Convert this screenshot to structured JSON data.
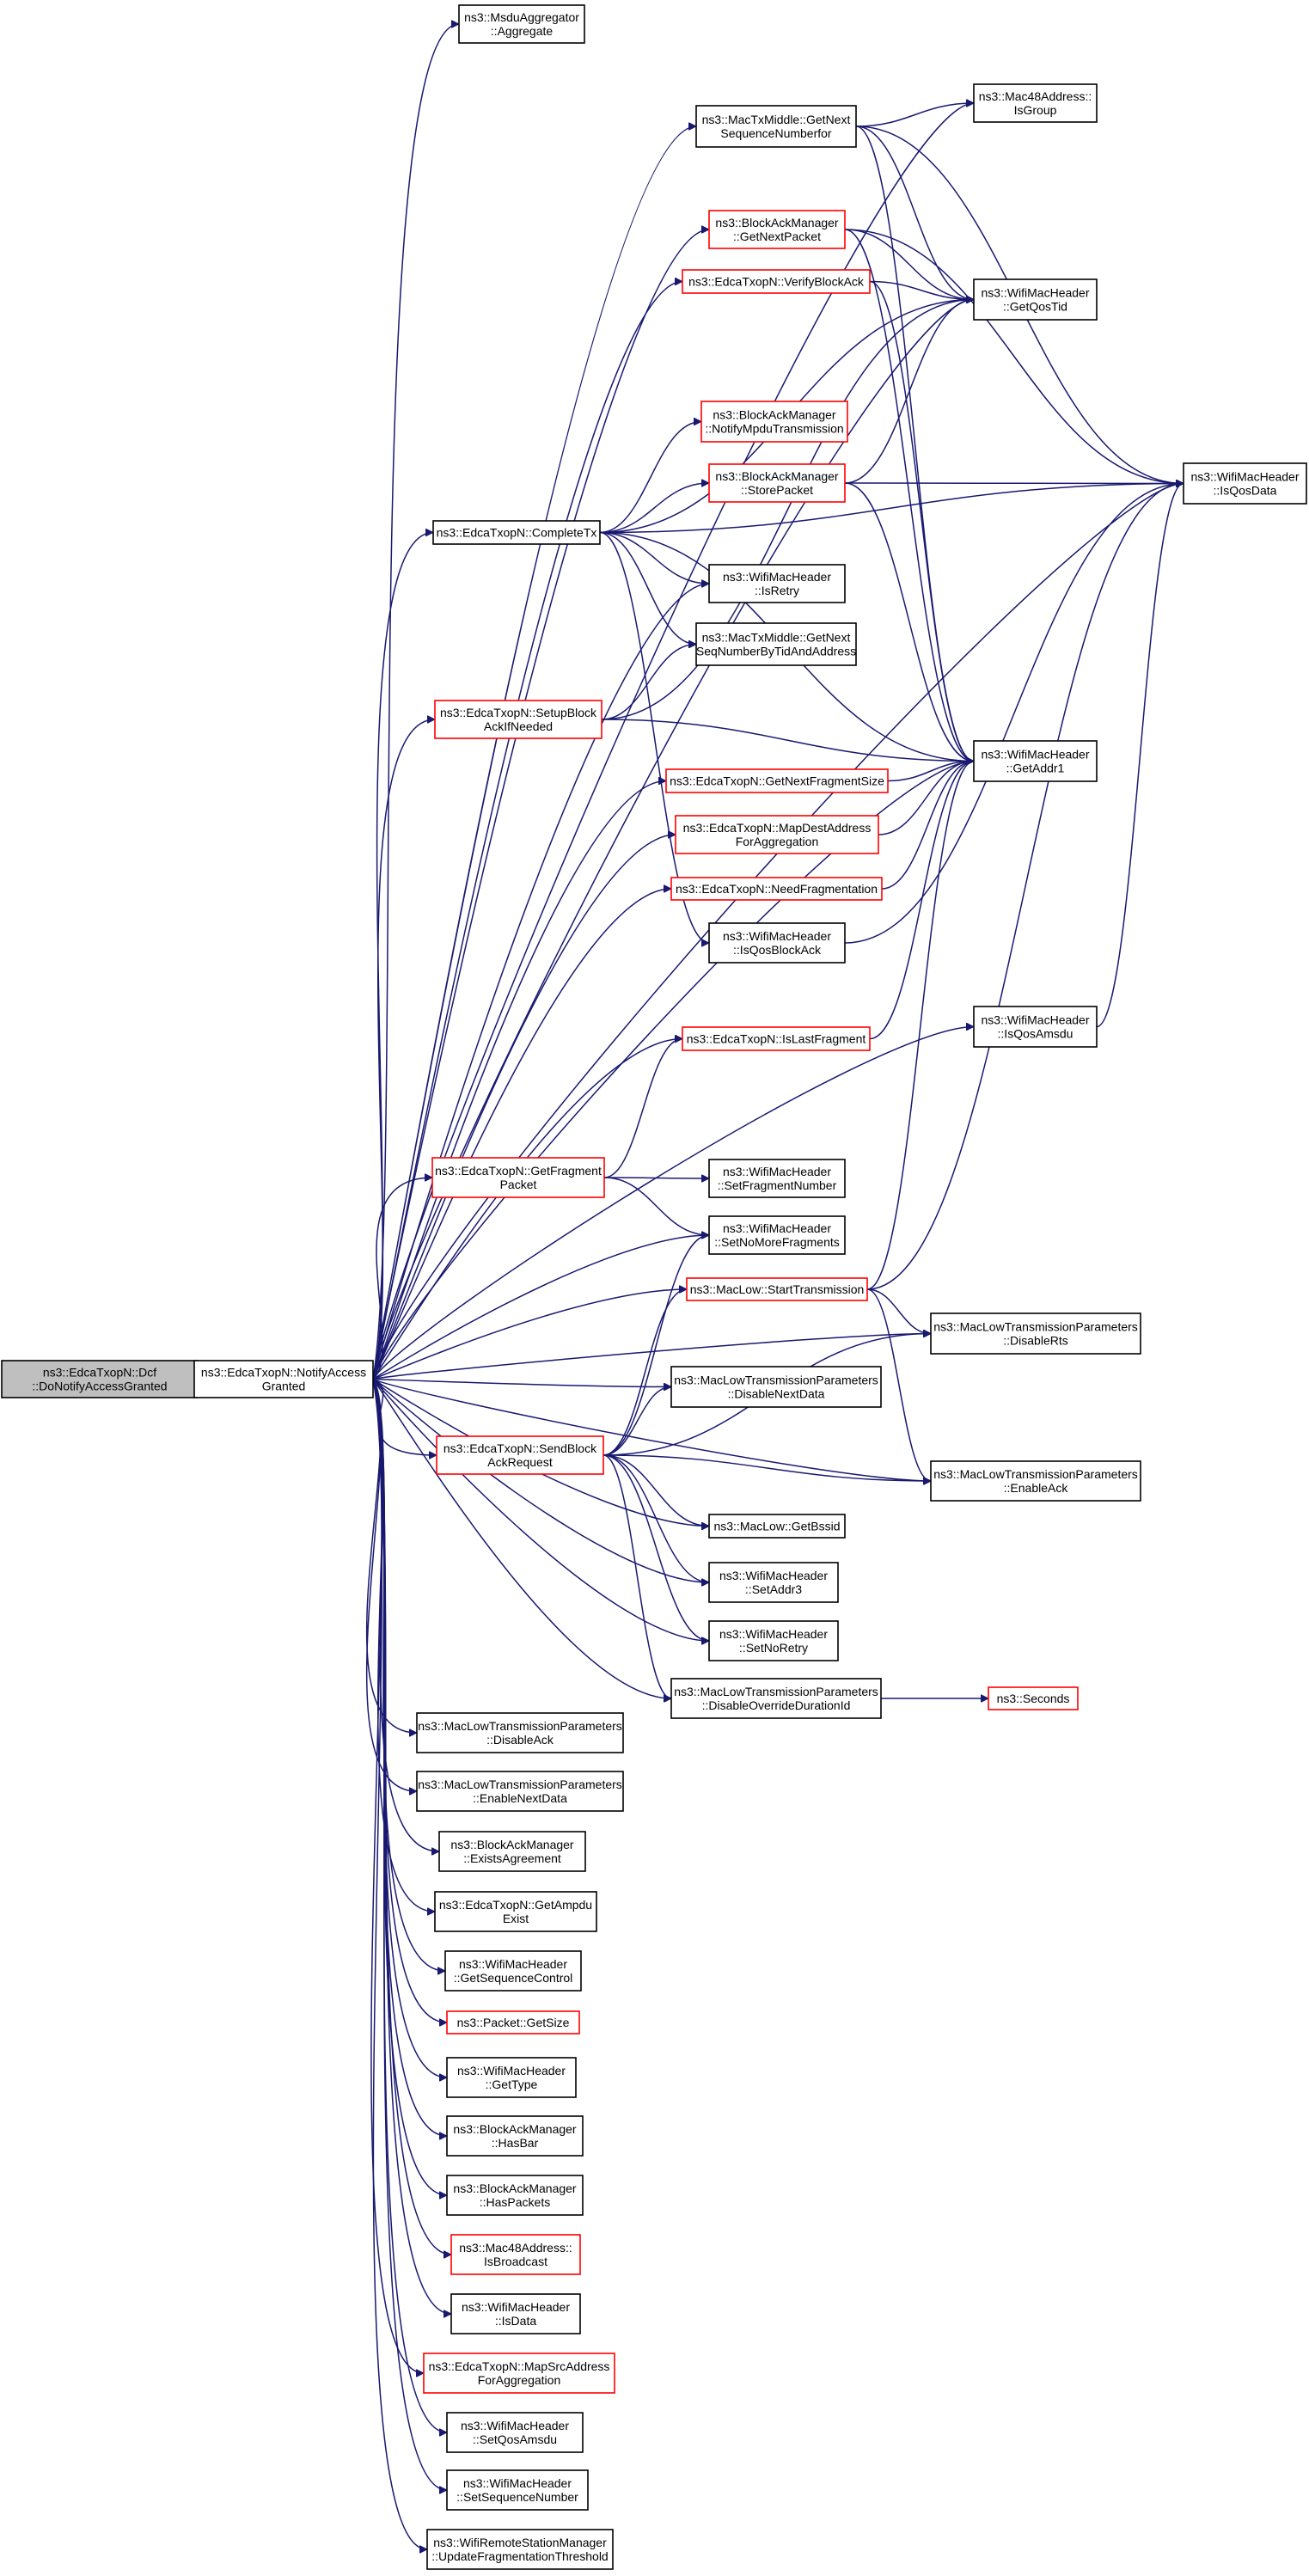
{
  "colors": {
    "edge": "#191970",
    "normal_border": "#000000",
    "red_border": "#ff0000",
    "root_fill": "#bfbfbf",
    "background": "#ffffff"
  },
  "nodes": [
    {
      "id": "root",
      "lines": [
        "ns3::EdcaTxopN::Dcf",
        "::DoNotifyAccessGranted"
      ],
      "style": "root"
    },
    {
      "id": "notify",
      "lines": [
        "ns3::EdcaTxopN::NotifyAccess",
        "Granted"
      ],
      "style": "normal"
    },
    {
      "id": "msdu_agg",
      "lines": [
        "ns3::MsduAggregator",
        "::Aggregate"
      ],
      "style": "normal"
    },
    {
      "id": "mac48_isgroup",
      "lines": [
        "ns3::Mac48Address::",
        "IsGroup"
      ],
      "style": "normal"
    },
    {
      "id": "getnextseq",
      "lines": [
        "ns3::MacTxMiddle::GetNext",
        "SequenceNumberfor"
      ],
      "style": "normal"
    },
    {
      "id": "bam_getnextpacket",
      "lines": [
        "ns3::BlockAckManager",
        "::GetNextPacket"
      ],
      "style": "red"
    },
    {
      "id": "verifyblockack",
      "lines": [
        "ns3::EdcaTxopN::VerifyBlockAck"
      ],
      "style": "red"
    },
    {
      "id": "getqostid",
      "lines": [
        "ns3::WifiMacHeader",
        "::GetQosTid"
      ],
      "style": "normal"
    },
    {
      "id": "bam_notifympdu",
      "lines": [
        "ns3::BlockAckManager",
        "::NotifyMpduTransmission"
      ],
      "style": "red"
    },
    {
      "id": "bam_storepacket",
      "lines": [
        "ns3::BlockAckManager",
        "::StorePacket"
      ],
      "style": "red"
    },
    {
      "id": "isqosdata",
      "lines": [
        "ns3::WifiMacHeader",
        "::IsQosData"
      ],
      "style": "normal"
    },
    {
      "id": "completetx",
      "lines": [
        "ns3::EdcaTxopN::CompleteTx"
      ],
      "style": "normal"
    },
    {
      "id": "isretry",
      "lines": [
        "ns3::WifiMacHeader",
        "::IsRetry"
      ],
      "style": "normal"
    },
    {
      "id": "getnextseqbytid",
      "lines": [
        "ns3::MacTxMiddle::GetNext",
        "SeqNumberByTidAndAddress"
      ],
      "style": "normal"
    },
    {
      "id": "setupblockack",
      "lines": [
        "ns3::EdcaTxopN::SetupBlock",
        "AckIfNeeded"
      ],
      "style": "red"
    },
    {
      "id": "getaddr1",
      "lines": [
        "ns3::WifiMacHeader",
        "::GetAddr1"
      ],
      "style": "normal"
    },
    {
      "id": "getnextfragsize",
      "lines": [
        "ns3::EdcaTxopN::GetNextFragmentSize"
      ],
      "style": "red"
    },
    {
      "id": "mapdestaddr",
      "lines": [
        "ns3::EdcaTxopN::MapDestAddress",
        "ForAggregation"
      ],
      "style": "red"
    },
    {
      "id": "needfrag",
      "lines": [
        "ns3::EdcaTxopN::NeedFragmentation"
      ],
      "style": "red"
    },
    {
      "id": "isqosblockack",
      "lines": [
        "ns3::WifiMacHeader",
        "::IsQosBlockAck"
      ],
      "style": "normal"
    },
    {
      "id": "islastfrag",
      "lines": [
        "ns3::EdcaTxopN::IsLastFragment"
      ],
      "style": "red"
    },
    {
      "id": "isqosamsdu",
      "lines": [
        "ns3::WifiMacHeader",
        "::IsQosAmsdu"
      ],
      "style": "normal"
    },
    {
      "id": "getfragpacket",
      "lines": [
        "ns3::EdcaTxopN::GetFragment",
        "Packet"
      ],
      "style": "red"
    },
    {
      "id": "setfragnum",
      "lines": [
        "ns3::WifiMacHeader",
        "::SetFragmentNumber"
      ],
      "style": "normal"
    },
    {
      "id": "setnomorefrag",
      "lines": [
        "ns3::WifiMacHeader",
        "::SetNoMoreFragments"
      ],
      "style": "normal"
    },
    {
      "id": "starttx",
      "lines": [
        "ns3::MacLow::StartTransmission"
      ],
      "style": "red"
    },
    {
      "id": "disablerts",
      "lines": [
        "ns3::MacLowTransmissionParameters",
        "::DisableRts"
      ],
      "style": "normal"
    },
    {
      "id": "disablenextdata",
      "lines": [
        "ns3::MacLowTransmissionParameters",
        "::DisableNextData"
      ],
      "style": "normal"
    },
    {
      "id": "sendblockackreq",
      "lines": [
        "ns3::EdcaTxopN::SendBlock",
        "AckRequest"
      ],
      "style": "red"
    },
    {
      "id": "enableack",
      "lines": [
        "ns3::MacLowTransmissionParameters",
        "::EnableAck"
      ],
      "style": "normal"
    },
    {
      "id": "getbssid",
      "lines": [
        "ns3::MacLow::GetBssid"
      ],
      "style": "normal"
    },
    {
      "id": "setaddr3",
      "lines": [
        "ns3::WifiMacHeader",
        "::SetAddr3"
      ],
      "style": "normal"
    },
    {
      "id": "setnoretry",
      "lines": [
        "ns3::WifiMacHeader",
        "::SetNoRetry"
      ],
      "style": "normal"
    },
    {
      "id": "disableoverride",
      "lines": [
        "ns3::MacLowTransmissionParameters",
        "::DisableOverrideDurationId"
      ],
      "style": "normal"
    },
    {
      "id": "seconds",
      "lines": [
        "ns3::Seconds"
      ],
      "style": "red"
    },
    {
      "id": "disableack",
      "lines": [
        "ns3::MacLowTransmissionParameters",
        "::DisableAck"
      ],
      "style": "normal"
    },
    {
      "id": "enablenextdata",
      "lines": [
        "ns3::MacLowTransmissionParameters",
        "::EnableNextData"
      ],
      "style": "normal"
    },
    {
      "id": "existsagreement",
      "lines": [
        "ns3::BlockAckManager",
        "::ExistsAgreement"
      ],
      "style": "normal"
    },
    {
      "id": "getampduexist",
      "lines": [
        "ns3::EdcaTxopN::GetAmpdu",
        "Exist"
      ],
      "style": "normal"
    },
    {
      "id": "getseqcontrol",
      "lines": [
        "ns3::WifiMacHeader",
        "::GetSequenceControl"
      ],
      "style": "normal"
    },
    {
      "id": "packetgetsize",
      "lines": [
        "ns3::Packet::GetSize"
      ],
      "style": "red"
    },
    {
      "id": "gettype",
      "lines": [
        "ns3::WifiMacHeader",
        "::GetType"
      ],
      "style": "normal"
    },
    {
      "id": "hasbar",
      "lines": [
        "ns3::BlockAckManager",
        "::HasBar"
      ],
      "style": "normal"
    },
    {
      "id": "haspackets",
      "lines": [
        "ns3::BlockAckManager",
        "::HasPackets"
      ],
      "style": "normal"
    },
    {
      "id": "isbroadcast",
      "lines": [
        "ns3::Mac48Address::",
        "IsBroadcast"
      ],
      "style": "red"
    },
    {
      "id": "isdata",
      "lines": [
        "ns3::WifiMacHeader",
        "::IsData"
      ],
      "style": "normal"
    },
    {
      "id": "mapsrcaddr",
      "lines": [
        "ns3::EdcaTxopN::MapSrcAddress",
        "ForAggregation"
      ],
      "style": "red"
    },
    {
      "id": "setqosamsdu",
      "lines": [
        "ns3::WifiMacHeader",
        "::SetQosAmsdu"
      ],
      "style": "normal"
    },
    {
      "id": "setseqnum",
      "lines": [
        "ns3::WifiMacHeader",
        "::SetSequenceNumber"
      ],
      "style": "normal"
    },
    {
      "id": "updatefrag",
      "lines": [
        "ns3::WifiRemoteStationManager",
        "::UpdateFragmentationThreshold"
      ],
      "style": "normal"
    }
  ],
  "edges": [
    [
      "root",
      "notify"
    ],
    [
      "notify",
      "msdu_agg"
    ],
    [
      "notify",
      "mac48_isgroup"
    ],
    [
      "notify",
      "getnextseq"
    ],
    [
      "notify",
      "getqostid"
    ],
    [
      "notify",
      "bam_getnextpacket"
    ],
    [
      "notify",
      "verifyblockack"
    ],
    [
      "notify",
      "isqosdata"
    ],
    [
      "notify",
      "completetx"
    ],
    [
      "notify",
      "isretry"
    ],
    [
      "notify",
      "setupblockack"
    ],
    [
      "notify",
      "getnextfragsize"
    ],
    [
      "notify",
      "mapdestaddr"
    ],
    [
      "notify",
      "needfrag"
    ],
    [
      "notify",
      "getaddr1"
    ],
    [
      "notify",
      "islastfrag"
    ],
    [
      "notify",
      "isqosamsdu"
    ],
    [
      "notify",
      "getfragpacket"
    ],
    [
      "notify",
      "setnomorefrag"
    ],
    [
      "notify",
      "starttx"
    ],
    [
      "notify",
      "disablerts"
    ],
    [
      "notify",
      "disablenextdata"
    ],
    [
      "notify",
      "sendblockackreq"
    ],
    [
      "notify",
      "getbssid"
    ],
    [
      "notify",
      "setaddr3"
    ],
    [
      "notify",
      "setnoretry"
    ],
    [
      "notify",
      "enableack"
    ],
    [
      "notify",
      "disableoverride"
    ],
    [
      "notify",
      "disableack"
    ],
    [
      "notify",
      "enablenextdata"
    ],
    [
      "notify",
      "existsagreement"
    ],
    [
      "notify",
      "getampduexist"
    ],
    [
      "notify",
      "getseqcontrol"
    ],
    [
      "notify",
      "packetgetsize"
    ],
    [
      "notify",
      "gettype"
    ],
    [
      "notify",
      "hasbar"
    ],
    [
      "notify",
      "haspackets"
    ],
    [
      "notify",
      "isbroadcast"
    ],
    [
      "notify",
      "isdata"
    ],
    [
      "notify",
      "mapsrcaddr"
    ],
    [
      "notify",
      "setqosamsdu"
    ],
    [
      "notify",
      "setseqnum"
    ],
    [
      "notify",
      "updatefrag"
    ],
    [
      "getnextseq",
      "mac48_isgroup"
    ],
    [
      "getnextseq",
      "getqostid"
    ],
    [
      "getnextseq",
      "isqosdata"
    ],
    [
      "getnextseq",
      "getaddr1"
    ],
    [
      "bam_getnextpacket",
      "getqostid"
    ],
    [
      "bam_getnextpacket",
      "isqosdata"
    ],
    [
      "bam_getnextpacket",
      "getaddr1"
    ],
    [
      "verifyblockack",
      "getqostid"
    ],
    [
      "verifyblockack",
      "getaddr1"
    ],
    [
      "completetx",
      "getqostid"
    ],
    [
      "completetx",
      "isqosdata"
    ],
    [
      "completetx",
      "bam_notifympdu"
    ],
    [
      "completetx",
      "bam_storepacket"
    ],
    [
      "completetx",
      "isretry"
    ],
    [
      "completetx",
      "getnextseqbytid"
    ],
    [
      "completetx",
      "getaddr1"
    ],
    [
      "completetx",
      "isqosblockack"
    ],
    [
      "bam_storepacket",
      "getqostid"
    ],
    [
      "bam_storepacket",
      "isqosdata"
    ],
    [
      "bam_storepacket",
      "getaddr1"
    ],
    [
      "setupblockack",
      "getqostid"
    ],
    [
      "setupblockack",
      "getnextseqbytid"
    ],
    [
      "setupblockack",
      "getaddr1"
    ],
    [
      "getnextfragsize",
      "getaddr1"
    ],
    [
      "mapdestaddr",
      "getaddr1"
    ],
    [
      "needfrag",
      "getaddr1"
    ],
    [
      "isqosblockack",
      "isqosdata"
    ],
    [
      "islastfrag",
      "getaddr1"
    ],
    [
      "isqosamsdu",
      "isqosdata"
    ],
    [
      "getfragpacket",
      "islastfrag"
    ],
    [
      "getfragpacket",
      "setfragnum"
    ],
    [
      "getfragpacket",
      "setnomorefrag"
    ],
    [
      "starttx",
      "getaddr1"
    ],
    [
      "starttx",
      "isqosdata"
    ],
    [
      "starttx",
      "disablerts"
    ],
    [
      "starttx",
      "enableack"
    ],
    [
      "sendblockackreq",
      "setnomorefrag"
    ],
    [
      "sendblockackreq",
      "starttx"
    ],
    [
      "sendblockackreq",
      "disablerts"
    ],
    [
      "sendblockackreq",
      "disablenextdata"
    ],
    [
      "sendblockackreq",
      "enableack"
    ],
    [
      "sendblockackreq",
      "getbssid"
    ],
    [
      "sendblockackreq",
      "setaddr3"
    ],
    [
      "sendblockackreq",
      "setnoretry"
    ],
    [
      "sendblockackreq",
      "disableoverride"
    ],
    [
      "disableoverride",
      "seconds"
    ]
  ]
}
